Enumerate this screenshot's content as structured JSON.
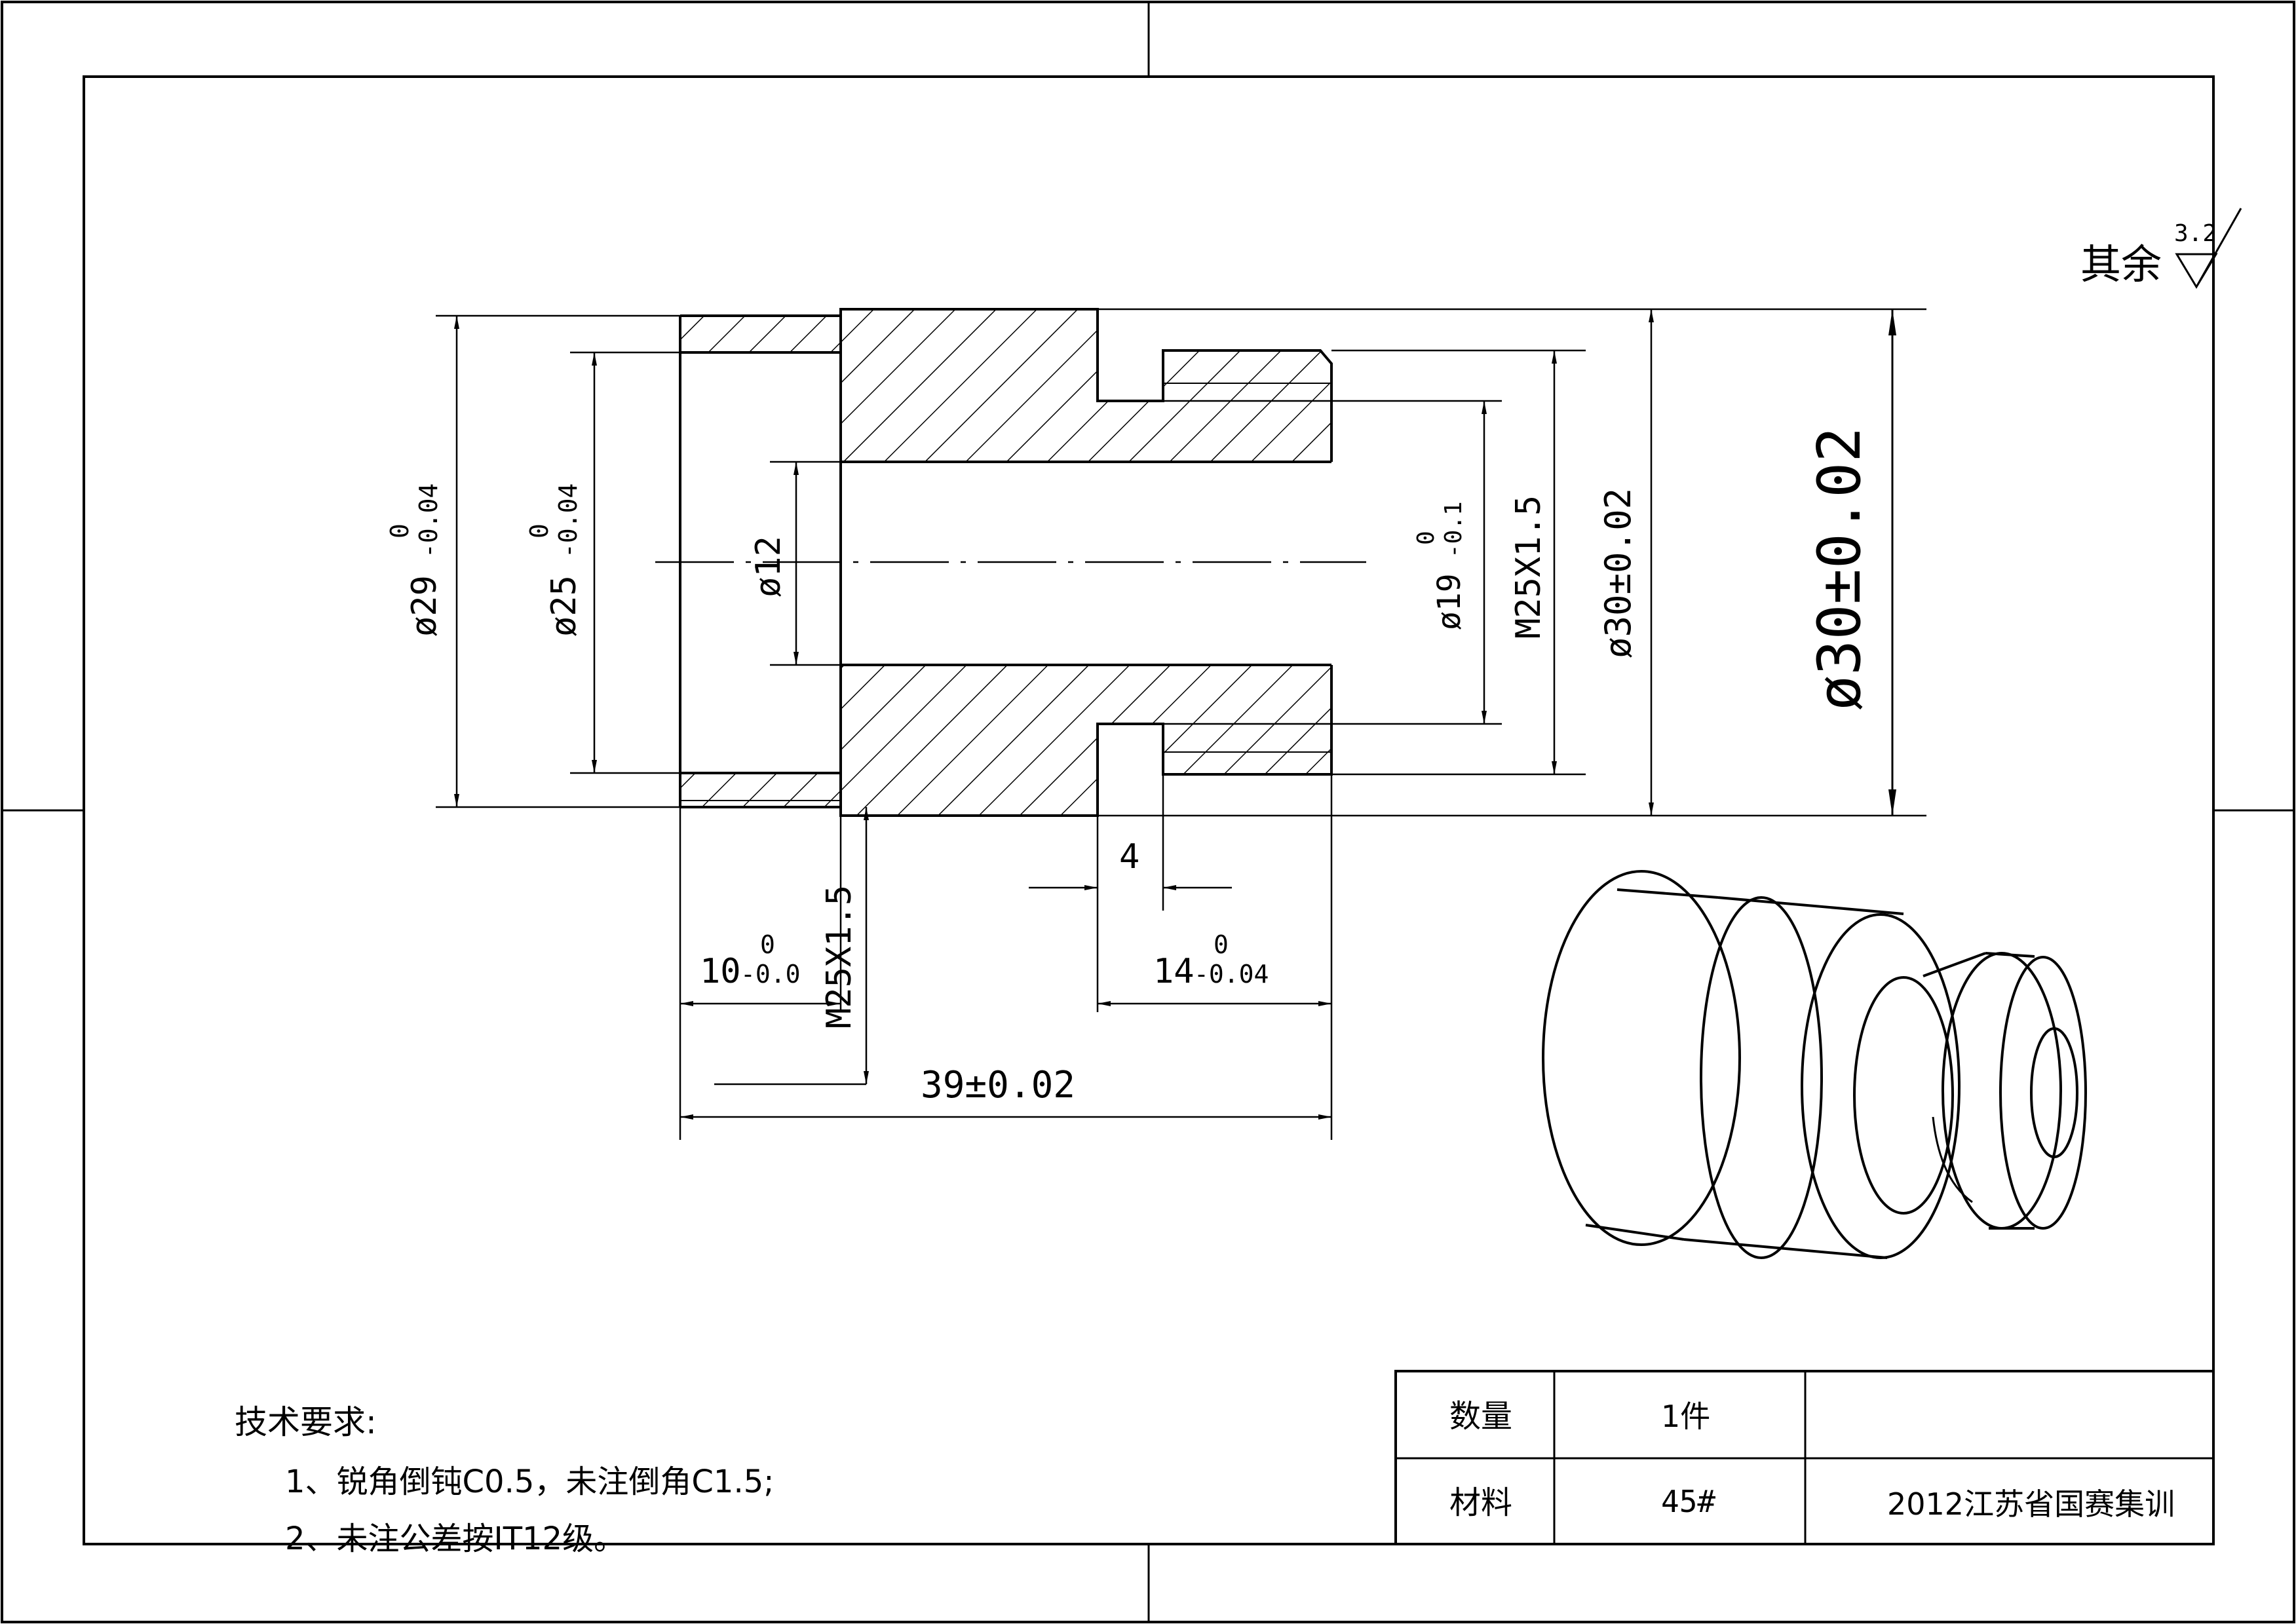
{
  "roughness": {
    "label": "其余",
    "value": "3.2"
  },
  "dims": {
    "d29": {
      "main": "ø29",
      "upper": "0",
      "lower": "-0.04"
    },
    "d25": {
      "main": "ø25",
      "upper": "0",
      "lower": "-0.04"
    },
    "d12": {
      "text": "ø12"
    },
    "d19": {
      "main": "ø19",
      "upper": "0",
      "lower": "-0.1"
    },
    "m25_right": {
      "text": "M25X1.5"
    },
    "d30_small": {
      "text": "ø30±0.02"
    },
    "d30_large": {
      "text": "ø30±0.02"
    },
    "groove": {
      "text": "4"
    },
    "len10": {
      "main": "10",
      "upper": "0",
      "lower": "-0.0"
    },
    "m25_bottom": {
      "text": "M25X1.5"
    },
    "len14": {
      "main": "14",
      "upper": "0",
      "lower": "-0.04"
    },
    "len39": {
      "text": "39±0.02"
    }
  },
  "notes": {
    "title": "技术要求:",
    "items": [
      "1、锐角倒钝C0.5，未注倒角C1.5;",
      "2、未注公差按IT12级。"
    ]
  },
  "title_block": {
    "qty_label": "数量",
    "qty_value": "1件",
    "material_label": "材料",
    "material_value": "45#",
    "project": "2012江苏省国赛集训"
  }
}
